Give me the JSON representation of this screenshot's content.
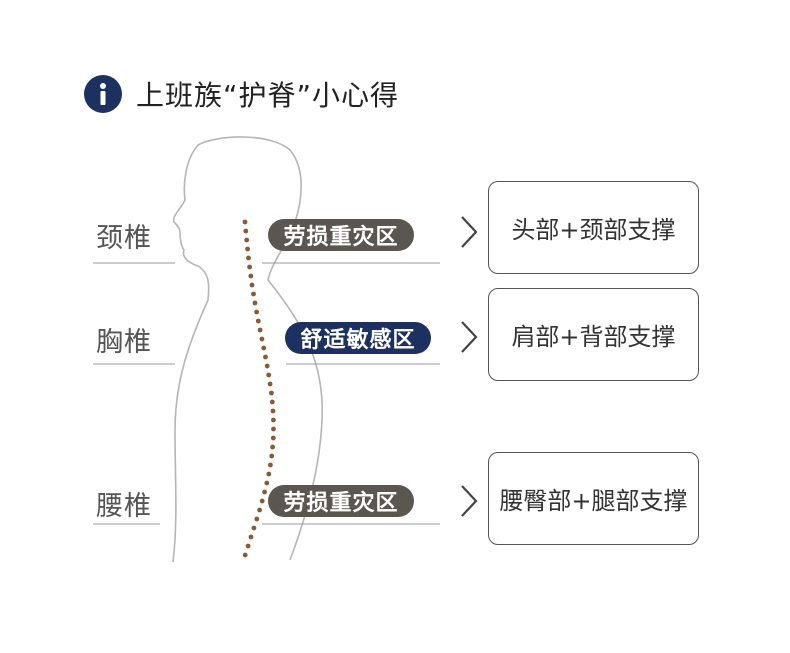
{
  "title": "上班族“护脊”小心得",
  "icons": {
    "info": "info-icon",
    "arrow": "chevron-right-icon"
  },
  "colors": {
    "navy": "#1c3160",
    "gray_pill": "#5b564f",
    "spine_dots": "#8a5a35"
  },
  "rows": [
    {
      "region": "颈椎",
      "zone": "劳损重灾区",
      "zone_style": "gray",
      "support": "头部+颈部支撑"
    },
    {
      "region": "胸椎",
      "zone": "舒适敏感区",
      "zone_style": "navy",
      "support": "肩部+背部支撑"
    },
    {
      "region": "腰椎",
      "zone": "劳损重灾区",
      "zone_style": "gray",
      "support": "腰臀部+腿部支撑"
    }
  ]
}
